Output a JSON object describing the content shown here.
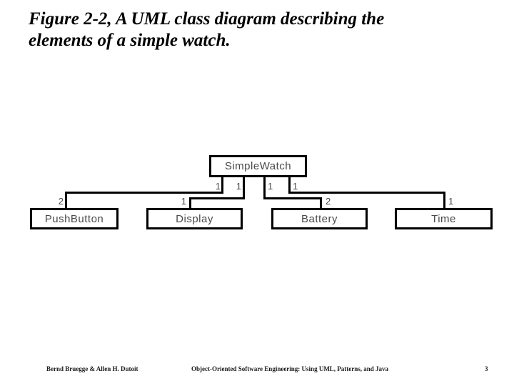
{
  "title": {
    "line1": "Figure 2-2, A UML class diagram describing the",
    "line2": "elements of a simple watch."
  },
  "diagram": {
    "type": "uml-class-diagram",
    "root_class": "SimpleWatch",
    "classes": [
      {
        "name": "PushButton",
        "multiplicity_near_root": "1",
        "multiplicity_near_class": "2"
      },
      {
        "name": "Display",
        "multiplicity_near_root": "1",
        "multiplicity_near_class": "1"
      },
      {
        "name": "Battery",
        "multiplicity_near_root": "1",
        "multiplicity_near_class": "2"
      },
      {
        "name": "Time",
        "multiplicity_near_root": "1",
        "multiplicity_near_class": "1"
      }
    ]
  },
  "footer": {
    "authors": "Bernd Bruegge & Allen H. Dutoit",
    "book": "Object-Oriented Software Engineering: Using UML, Patterns, and Java",
    "page_number": "3"
  },
  "colors": {
    "background": "#ffffff",
    "line": "#000000",
    "title_text": "#000000",
    "class_text": "#4a4a4a"
  }
}
